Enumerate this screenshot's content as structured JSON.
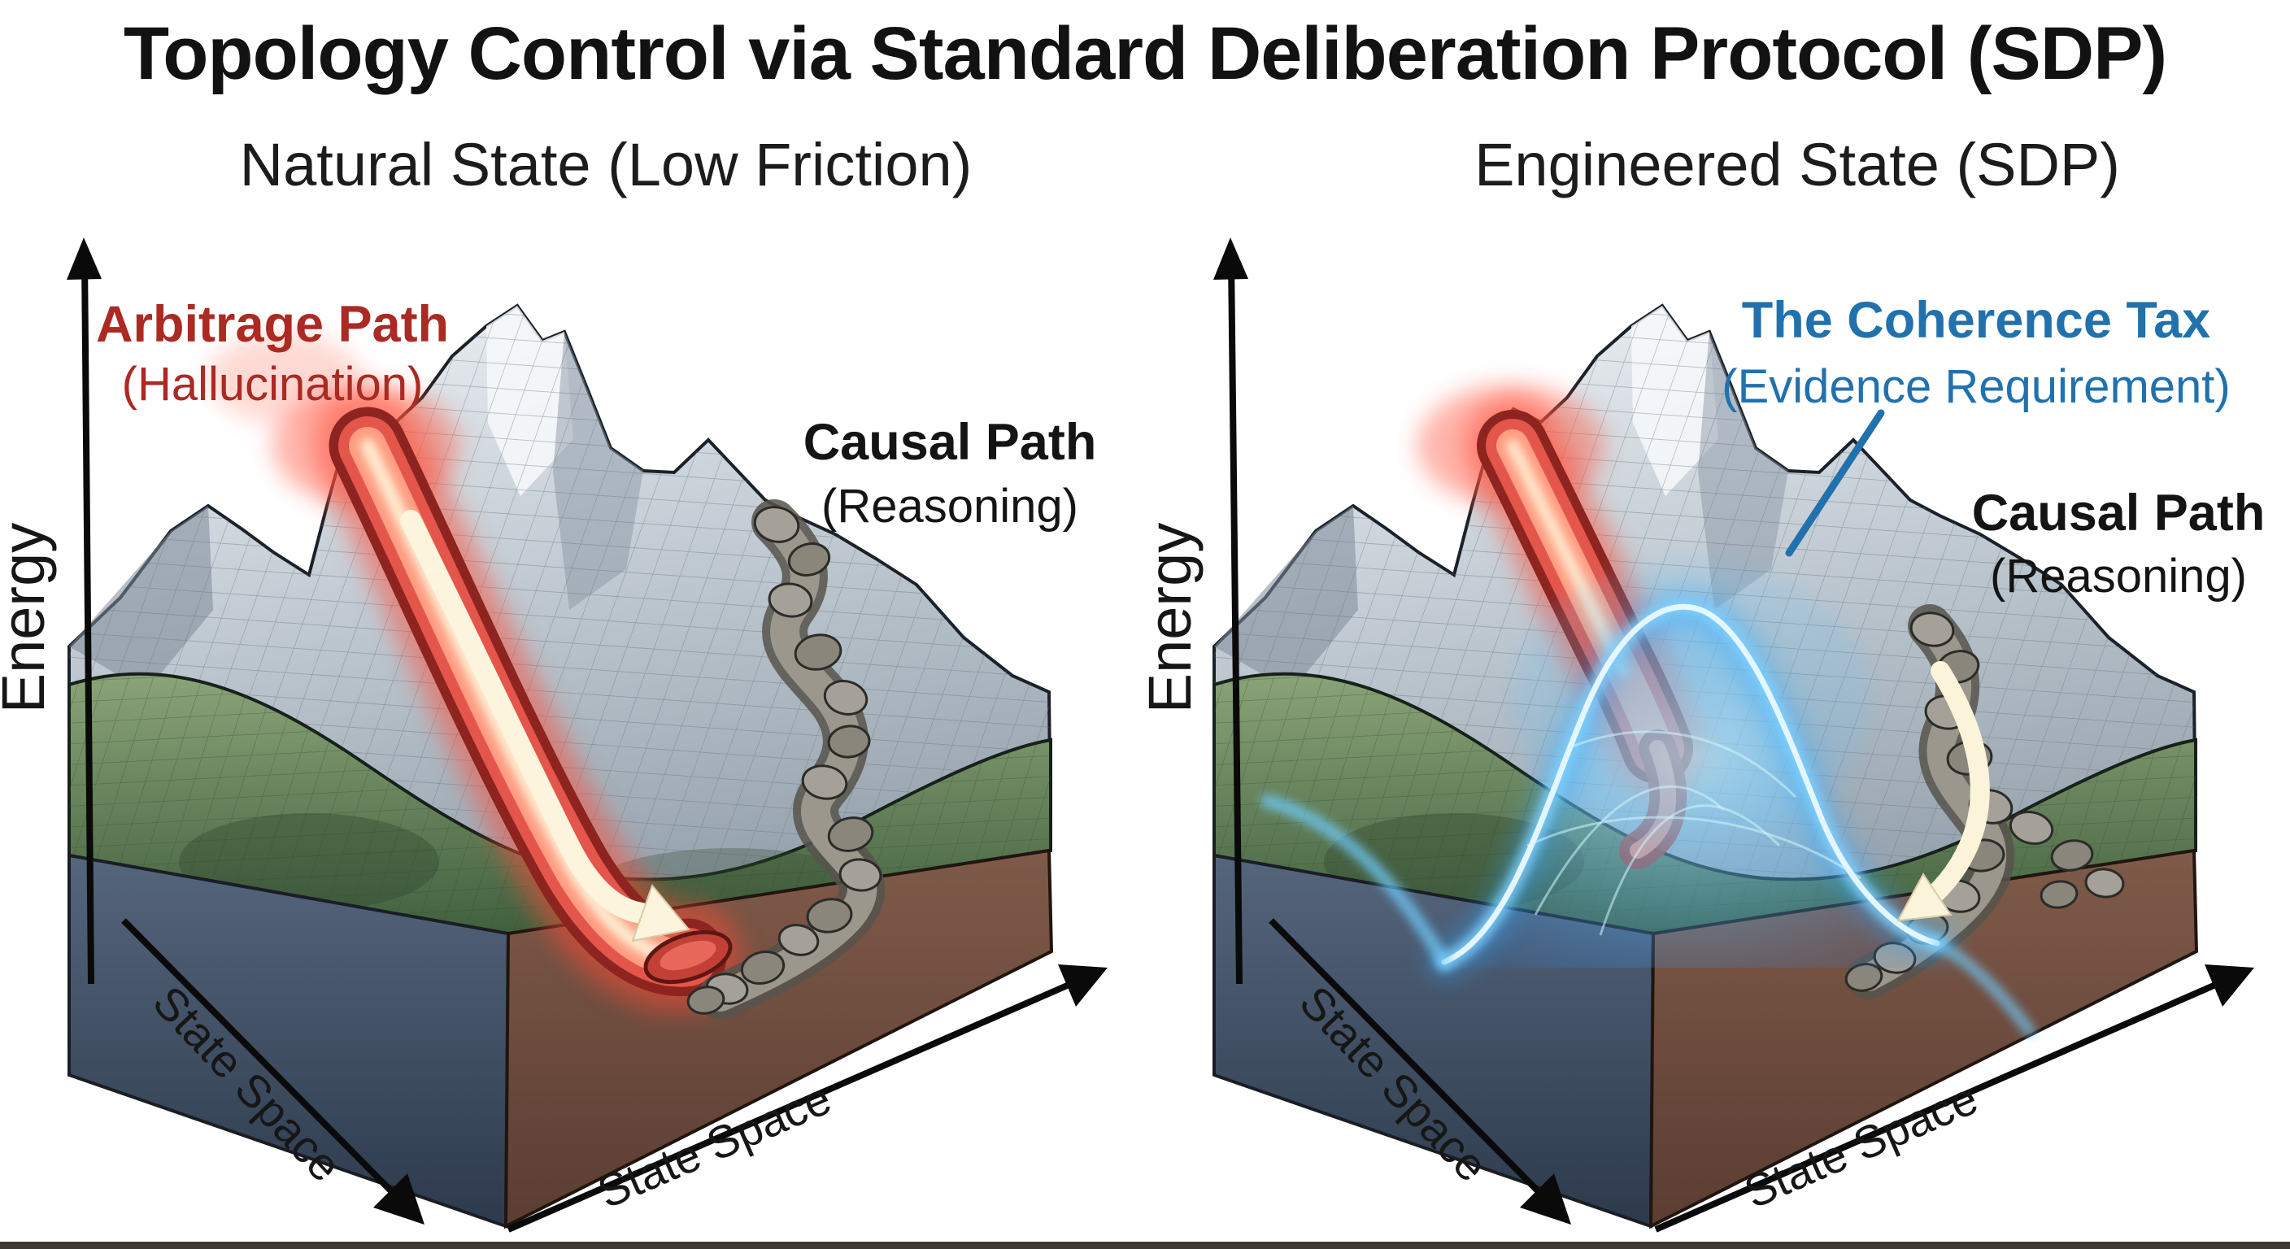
{
  "title": "Topology Control via Standard Deliberation Protocol (SDP)",
  "colors": {
    "background": "#ffffff",
    "text_black": "#141414",
    "arbitrage_red": "#ab2a24",
    "coherence_blue": "#2171ad",
    "chute_glow_red": "#ff4a36",
    "dome_glow_blue": "#4fc3ff",
    "terrain_rock_gray": "#b6c0c9",
    "terrain_green": "#5d7a55",
    "block_left_face": "#3d4a5e",
    "block_front_face": "#6f4b3c",
    "boulder_gray": "#96928a",
    "flow_arrow_cream": "#fcf4dc"
  },
  "panels": {
    "left": {
      "subtitle": "Natural State (Low Friction)",
      "energy_axis": "Energy",
      "state_space_left": "State Space",
      "state_space_right": "State Space",
      "arbitrage": {
        "title": "Arbitrage Path",
        "subtitle": "(Hallucination)"
      },
      "causal": {
        "title": "Causal Path",
        "subtitle": "(Reasoning)"
      }
    },
    "right": {
      "subtitle": "Engineered State (SDP)",
      "energy_axis": "Energy",
      "state_space_left": "State Space",
      "state_space_right": "State Space",
      "coherence": {
        "title": "The Coherence Tax",
        "subtitle": "(Evidence Requirement)"
      },
      "causal": {
        "title": "Causal Path",
        "subtitle": "(Reasoning)"
      }
    }
  }
}
